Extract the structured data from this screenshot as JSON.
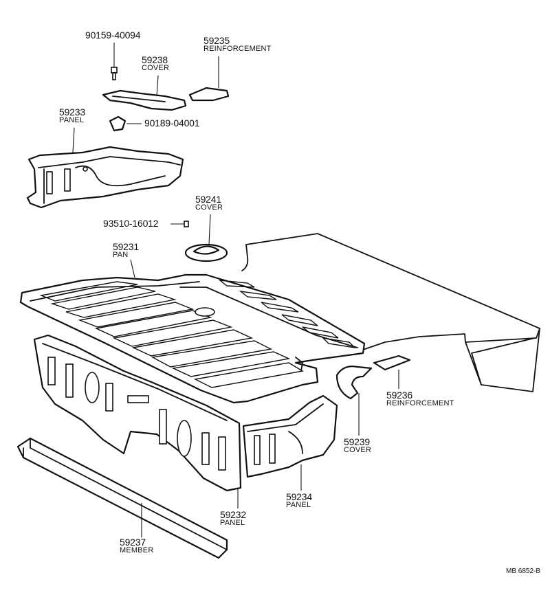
{
  "parts": [
    {
      "id": "p90159",
      "number": "90159-40094",
      "name": ""
    },
    {
      "id": "p59238",
      "number": "59238",
      "name": "COVER"
    },
    {
      "id": "p59235",
      "number": "59235",
      "name": "REINFORCEMENT"
    },
    {
      "id": "p59233",
      "number": "59233",
      "name": "PANEL"
    },
    {
      "id": "p90189",
      "number": "90189-04001",
      "name": ""
    },
    {
      "id": "p59241",
      "number": "59241",
      "name": "COVER"
    },
    {
      "id": "p93510",
      "number": "93510-16012",
      "name": ""
    },
    {
      "id": "p59231",
      "number": "59231",
      "name": "PAN"
    },
    {
      "id": "p59236",
      "number": "59236",
      "name": "REINFORCEMENT"
    },
    {
      "id": "p59239",
      "number": "59239",
      "name": "COVER"
    },
    {
      "id": "p59234",
      "number": "59234",
      "name": "PANEL"
    },
    {
      "id": "p59232",
      "number": "59232",
      "name": "PANEL"
    },
    {
      "id": "p59237",
      "number": "59237",
      "name": "MEMBER"
    }
  ],
  "drawing_code": "MB 6852-B"
}
